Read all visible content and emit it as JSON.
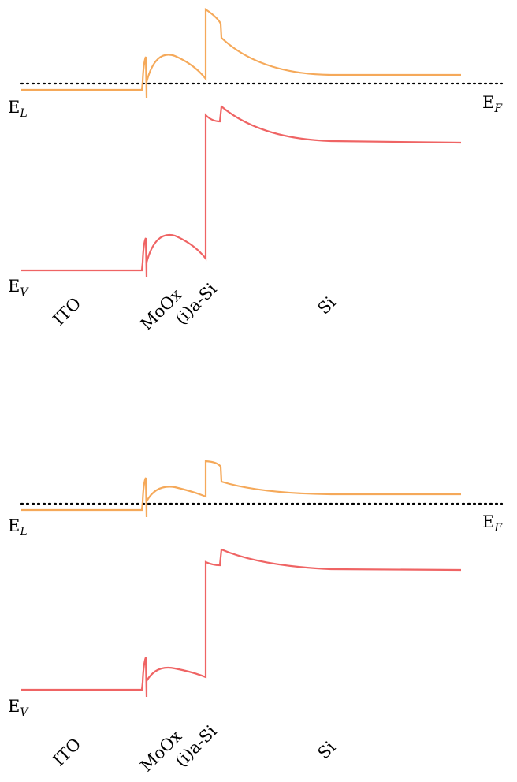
{
  "colors": {
    "conduction": "#f5a95a",
    "valence": "#ef6464",
    "fermi": "#000000"
  },
  "panels": [
    {
      "band_labels": {
        "conduction_main": "E",
        "conduction_sub": "L",
        "valence_main": "E",
        "valence_sub": "V",
        "fermi_main": "E",
        "fermi_sub": "F"
      },
      "layers": [
        "ITO",
        "MoOx",
        "(i)a-Si",
        "Si"
      ]
    },
    {
      "band_labels": {
        "conduction_main": "E",
        "conduction_sub": "L",
        "valence_main": "E",
        "valence_sub": "V",
        "fermi_main": "E",
        "fermi_sub": "F"
      },
      "layers": [
        "ITO",
        "MoOx",
        "(i)a-Si",
        "Si"
      ]
    }
  ]
}
